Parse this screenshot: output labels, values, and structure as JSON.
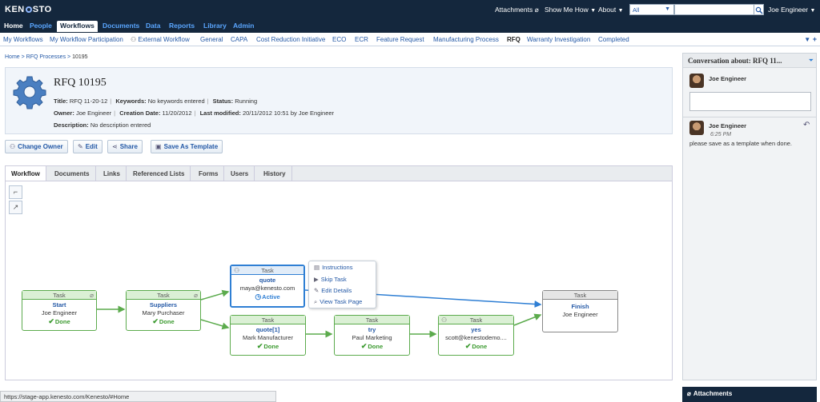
{
  "topbar": {
    "logo_left": "KEN",
    "logo_right": "STO",
    "attachments": "Attachments",
    "show_me_how": "Show Me How",
    "about": "About",
    "search_scope": "All",
    "search_value": "",
    "user": "Joe Engineer"
  },
  "mainnav": {
    "items": [
      "Home",
      "People",
      "Workflows",
      "Documents",
      "Data",
      "Reports",
      "Library",
      "Admin"
    ]
  },
  "subnav": {
    "items": [
      "My Workflows",
      "My Workflow Participation",
      "External Workflow",
      "General",
      "CAPA",
      "Cost Reduction Initiative",
      "ECO",
      "ECR",
      "Feature Request",
      "Manufacturing Process",
      "RFQ",
      "Warranty Investigation",
      "Completed"
    ]
  },
  "breadcrumb": {
    "home": "Home",
    "parent": "RFQ Processes",
    "current": "10195"
  },
  "process": {
    "title": "RFQ 10195",
    "title_label": "Title:",
    "title_value": "RFQ 11-20-12",
    "keywords_label": "Keywords:",
    "keywords_value": "No keywords entered",
    "status_label": "Status:",
    "status_value": "Running",
    "owner_label": "Owner:",
    "owner_value": "Joe Engineer",
    "creation_label": "Creation Date:",
    "creation_value": "11/20/2012",
    "modified_label": "Last modified:",
    "modified_value": "20/11/2012 10:51 by Joe Engineer",
    "description_label": "Description:",
    "description_value": "No description entered"
  },
  "actions": {
    "change_owner": "Change Owner",
    "edit": "Edit",
    "share": "Share",
    "save_template": "Save As Template"
  },
  "tabs": [
    "Workflow",
    "Documents",
    "Links",
    "Referenced Lists",
    "Forms",
    "Users",
    "History"
  ],
  "workflow": {
    "header": "Task",
    "tasks": [
      {
        "name": "Start",
        "owner": "Joe Engineer",
        "status": "Done"
      },
      {
        "name": "Suppliers",
        "owner": "Mary Purchaser",
        "status": "Done"
      },
      {
        "name": "quote",
        "owner": "maya@kenesto.com",
        "status": "Active"
      },
      {
        "name": "quote[1]",
        "owner": "Mark Manufacturer",
        "status": "Done"
      },
      {
        "name": "try",
        "owner": "Paul Marketing",
        "status": "Done"
      },
      {
        "name": "yes",
        "owner": "scott@kenestodemo....",
        "status": "Done"
      },
      {
        "name": "Finish",
        "owner": "Joe Engineer",
        "status": ""
      }
    ],
    "context_menu": [
      "Instructions",
      "Skip Task",
      "Edit Details",
      "View Task Page"
    ]
  },
  "statusbar": {
    "url": "https://stage-app.kenesto.com/Kenesto/#Home"
  },
  "conversation": {
    "title": "Conversation about: RFQ 11...",
    "compose_user": "Joe Engineer",
    "compose_value": "",
    "message_user": "Joe Engineer",
    "message_time": "6:25 PM",
    "message_text": "please save as a template when done."
  },
  "attachments_bar": {
    "label": "Attachments"
  },
  "colors": {
    "topbar": "#14273d",
    "link": "#2358a6",
    "done_green": "#5cab4d",
    "active_blue": "#2f7fd4"
  }
}
